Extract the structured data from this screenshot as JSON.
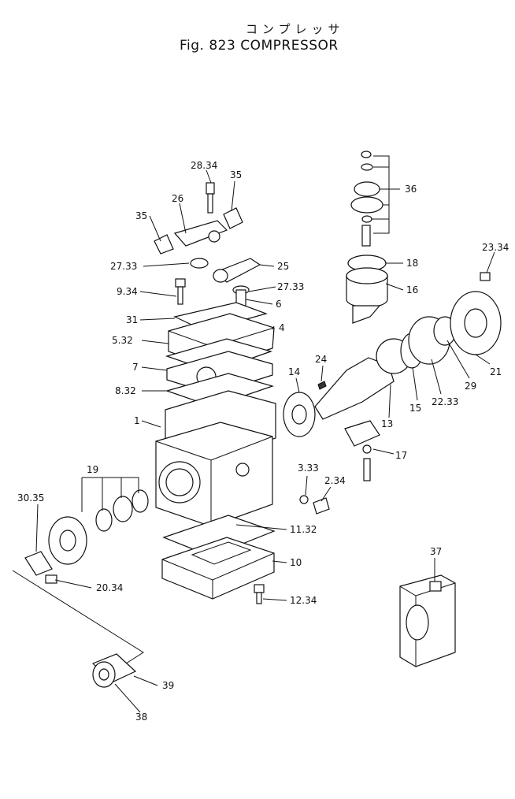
{
  "title_jp": "コンプレッサ",
  "title": "Fig. 823 COMPRESSOR",
  "callouts": [
    "28.34",
    "35",
    "26",
    "35",
    "36",
    "23.34",
    "27.33",
    "25",
    "18",
    "9.34",
    "27.33",
    "16",
    "6",
    "31",
    "4",
    "5.32",
    "7",
    "24",
    "14",
    "21",
    "8.32",
    "29",
    "22.33",
    "15",
    "13",
    "1",
    "17",
    "19",
    "3.33",
    "30.35",
    "2.34",
    "11.32",
    "10",
    "37",
    "20.34",
    "12.34",
    "39",
    "38"
  ]
}
